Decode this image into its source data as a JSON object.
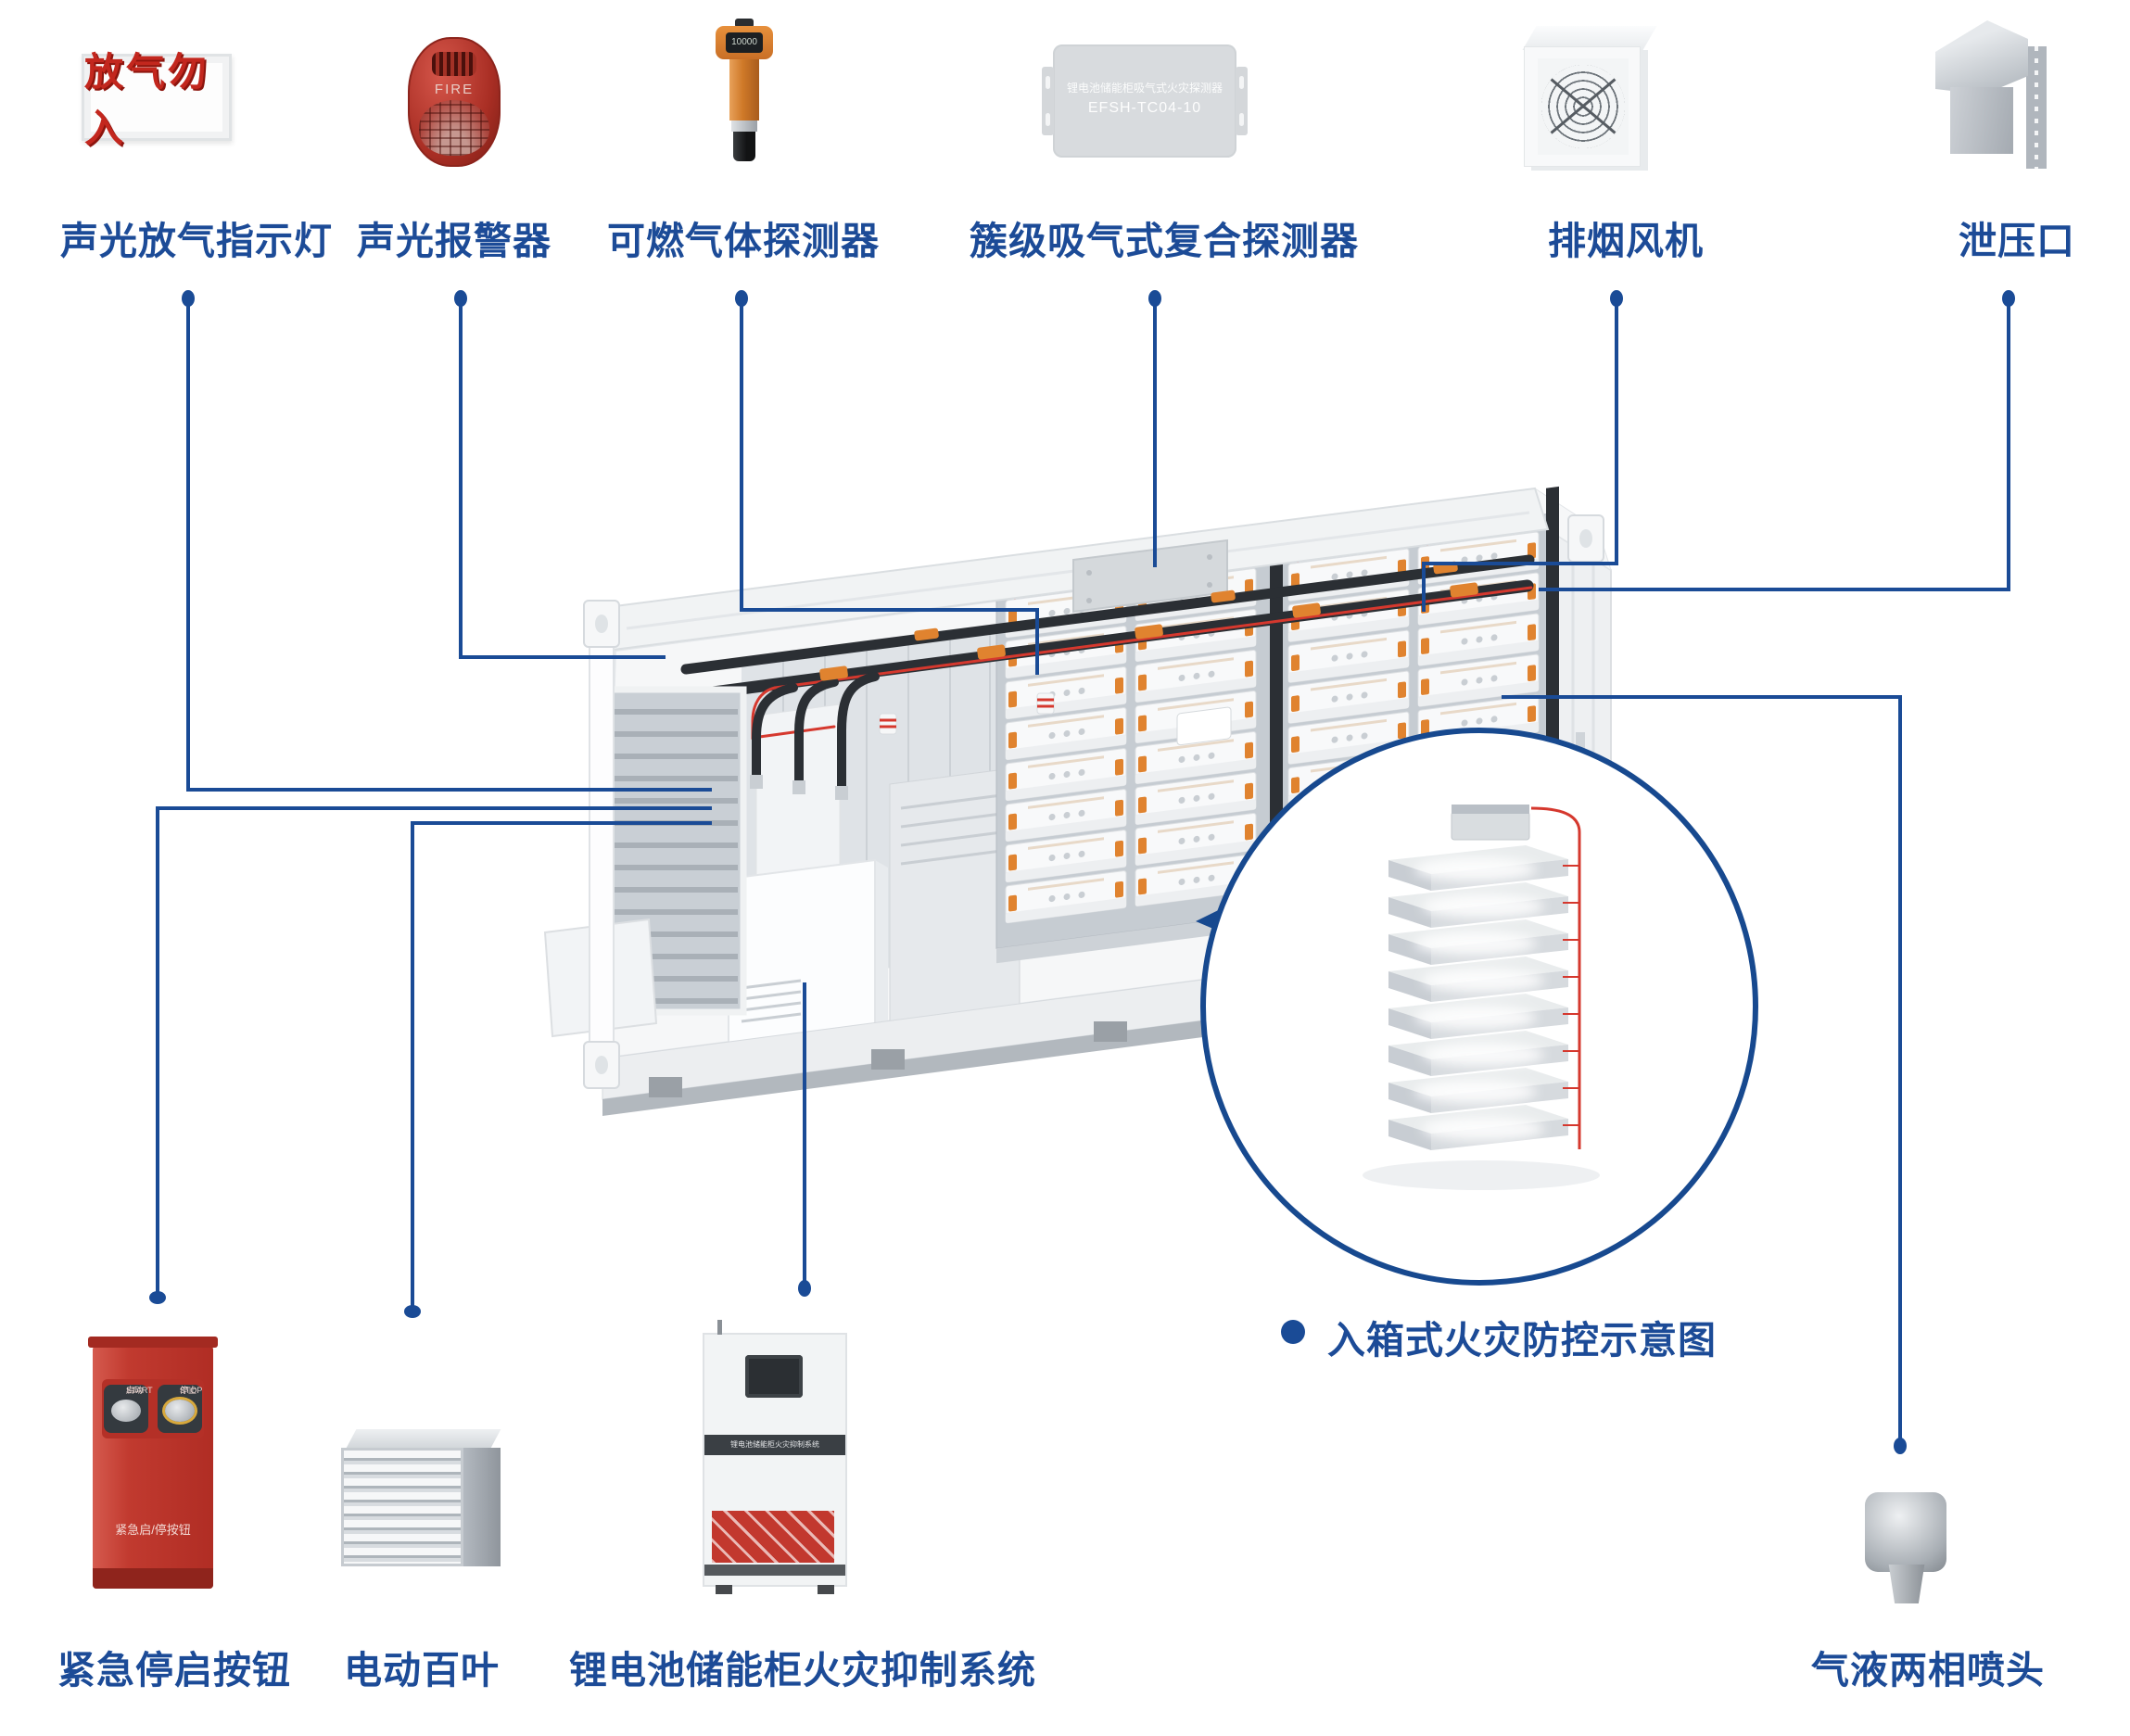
{
  "colors": {
    "callout_blue": "#1a4b96",
    "label_blue": "#1c4b97",
    "alarm_red": "#b03028",
    "sign_text_red": "#c3271e",
    "accent_orange": "#e0832f",
    "pipe_red": "#d5382e",
    "pipe_dark": "#2b2f34"
  },
  "top_labels": [
    {
      "label": "声光放气指示灯"
    },
    {
      "label": "声光报警器"
    },
    {
      "label": "可燃气体探测器"
    },
    {
      "label": "簇级吸气式复合探测器"
    },
    {
      "label": "排烟风机"
    },
    {
      "label": "泄压口"
    }
  ],
  "bottom_labels": [
    {
      "label": "紧急停启按钮"
    },
    {
      "label": "电动百叶"
    },
    {
      "label": "锂电池储能柜火灾抑制系统"
    },
    {
      "label": "气液两相喷头"
    }
  ],
  "inset": {
    "label": "入箱式火灾防控示意图"
  },
  "products": {
    "gas_release_sign": {
      "text": "放气勿入"
    },
    "sound_light_alarm": {
      "text": "FIRE"
    },
    "gas_detector": {
      "display": "10000"
    },
    "aspirating_detector": {
      "line1": "锂电池储能柜吸气式火灾探测器",
      "line2": "EFSH-TC04-10"
    },
    "emergency_button": {
      "start_cn": "启动",
      "start_en": "START",
      "stop_cn": "停止",
      "stop_en": "STOP",
      "caption": "紧急启/停按钮"
    },
    "suppression_cabinet": {
      "caption": "锂电池储能柜火灾抑制系统"
    }
  }
}
